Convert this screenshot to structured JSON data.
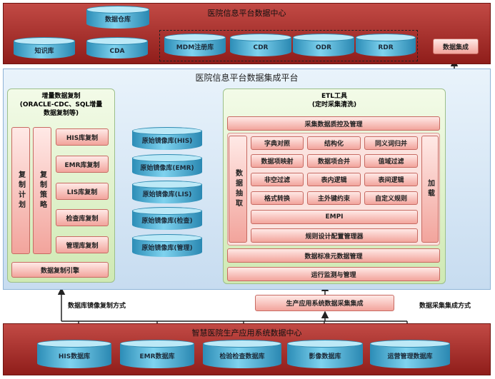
{
  "top_band": {
    "title": "医院信息平台数据中心",
    "stores": [
      "知识库",
      "CDA",
      "MDM注册库",
      "CDR",
      "ODR",
      "RDR"
    ],
    "warehouse": "数据仓库",
    "integration": "数据集成"
  },
  "platform": {
    "title": "医院信息平台数据集成平台",
    "incremental": {
      "title_lines": [
        "增量数据复制",
        "(ORACLE-CDC、SQL增量",
        "数据复制等)"
      ],
      "plan": "复制计划",
      "strategy": "复制策略",
      "copies": [
        "HIS库复制",
        "EMR库复制",
        "LIS库复制",
        "检查库复制",
        "管理库复制"
      ],
      "engine": "数据复制引擎"
    },
    "mirrors": [
      "原始镜像库(HIS)",
      "原始镜像库(EMR)",
      "原始镜像库(LIS)",
      "原始镜像库(检查)",
      "原始镜像库(管理)"
    ],
    "etl": {
      "title_lines": [
        "ETL工具",
        "(定时采集清洗)"
      ],
      "quality": "采集数据质控及管理",
      "extract": "数据抽取",
      "grid": [
        [
          "字典对照",
          "结构化",
          "同义词归并"
        ],
        [
          "数据项映射",
          "数据项合并",
          "值域过滤"
        ],
        [
          "非空过滤",
          "表内逻辑",
          "表间逻辑"
        ],
        [
          "格式转换",
          "主外键约束",
          "自定义规则"
        ]
      ],
      "empi": "EMPI",
      "rules": "规则设计配置管理器",
      "load": "加载",
      "metadata": "数据标准元数据管理",
      "monitor": "运行监测与管理"
    }
  },
  "production_integration": "生产应用系统数据采集集成",
  "label_left": "数据库镜像复制方式",
  "label_right": "数据采集集成方式",
  "bottom_band": {
    "title": "智慧医院生产应用系统数据中心",
    "dbs": [
      "HIS数据库",
      "EMR数据库",
      "检验检查数据库",
      "影像数据库",
      "运营管理数据库"
    ]
  }
}
